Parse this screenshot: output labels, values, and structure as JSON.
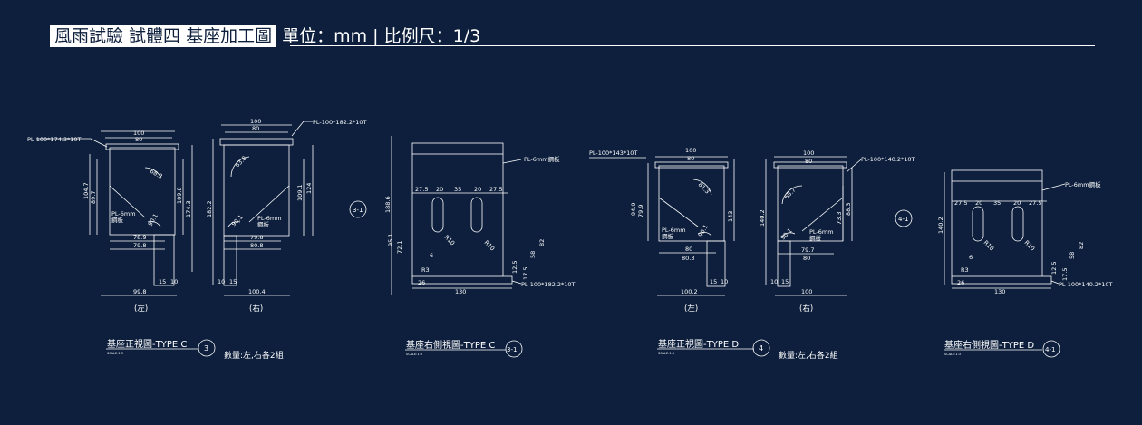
{
  "header": {
    "title": "風雨試驗 試體四 基座加工圖",
    "unit_scale": "單位：mm | 比例尺：1/3"
  },
  "colors": {
    "background": "#0d1f3c",
    "line": "#ffffff"
  },
  "groups": {
    "c": {
      "front_left": {
        "plate_label": "PL-100*174.3*10T",
        "dims": [
          "100",
          "80",
          "104.7",
          "89.7",
          "109.8",
          "174.3",
          "78.9",
          "79.8",
          "99.8",
          "15",
          "10",
          "68.3",
          "90.1"
        ],
        "plate_note": "PL-6mm\n鋼板",
        "caption": "(左)"
      },
      "front_right": {
        "plate_label": "PL-100*182.2*10T",
        "dims": [
          "100",
          "80",
          "182.2",
          "109.1",
          "124",
          "79.8",
          "80.8",
          "100.4",
          "10",
          "15",
          "63.8",
          "90.1"
        ],
        "plate_note": "PL-6mm\n鋼板",
        "caption": "(右)"
      },
      "side": {
        "plate_label": "PL-6mm鋼板",
        "bottom_label": "PL-100*182.2*10T",
        "dims": [
          "27.5",
          "20",
          "35",
          "20",
          "27.5",
          "188.6",
          "95.1",
          "72.1",
          "82",
          "58",
          "17.5",
          "12.5",
          "130",
          "26"
        ],
        "radius": "R10",
        "bolt": "R3",
        "bolt_dim": "6",
        "section_mark": "3-1"
      },
      "title_front": {
        "text": "基座正視圖-TYPE C",
        "scale": "SCALE:1:3",
        "bubble": "3"
      },
      "title_side": {
        "text": "基座右側視圖-TYPE C",
        "scale": "SCALE:1:3",
        "bubble": "3-1"
      },
      "qty": "數量:左,右各2組"
    },
    "d": {
      "front_left": {
        "plate_label": "PL-100*143*10T",
        "dims": [
          "100",
          "80",
          "94.9",
          "79.9",
          "143",
          "80",
          "80.3",
          "100.2",
          "15",
          "10",
          "81.3",
          "90.1"
        ],
        "plate_note": "PL-6mm\n鋼板",
        "caption": "(左)"
      },
      "front_right": {
        "plate_label": "PL-100*140.2*10T",
        "dims": [
          "100",
          "80",
          "140.2",
          "73.3",
          "88.3",
          "79.7",
          "80",
          "100",
          "10",
          "15",
          "68.7",
          "90.1"
        ],
        "plate_note": "PL-6mm\n鋼板",
        "caption": "(右)"
      },
      "side": {
        "plate_label": "PL-6mm鋼板",
        "bottom_label": "PL-100*140.2*10T",
        "dims": [
          "27.5",
          "20",
          "35",
          "20",
          "27.5",
          "140.2",
          "82",
          "58",
          "17.5",
          "12.5",
          "130",
          "26"
        ],
        "radius": "R10",
        "bolt": "R3",
        "bolt_dim": "6",
        "section_mark": "4-1"
      },
      "title_front": {
        "text": "基座正視圖-TYPE D",
        "scale": "SCALE:1:3",
        "bubble": "4"
      },
      "title_side": {
        "text": "基座右側視圖-TYPE D",
        "scale": "SCALE:1:3",
        "bubble": "4-1"
      },
      "qty": "數量:左,右各2組"
    }
  }
}
